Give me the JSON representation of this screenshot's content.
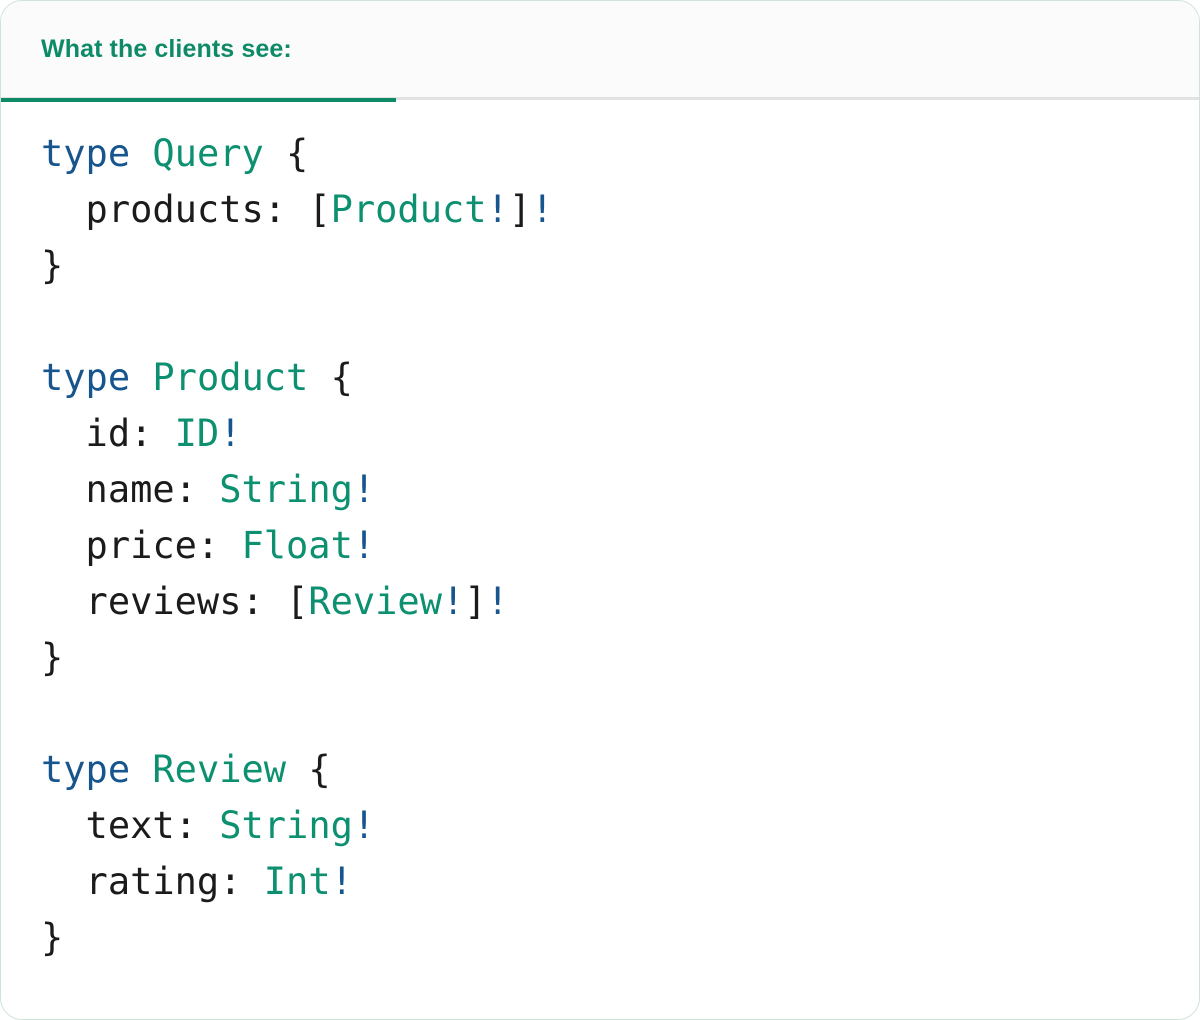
{
  "panel": {
    "name": "schema-preview-card",
    "background": "#ffffff",
    "border_color": "#cfe3da"
  },
  "header": {
    "tabs": [
      {
        "label": "What the clients see:",
        "active": true
      }
    ],
    "background": "#fbfbfb",
    "active_color": "#0e8a67",
    "divider_color": "#e2e2e2"
  },
  "colors": {
    "keyword": "#17558f",
    "typename": "#0c9070",
    "field": "#1b1b1b",
    "punctuation": "#1b1b1b",
    "non_null_bang": "#17558f",
    "heading": "#0e8a67"
  },
  "code": {
    "language": "graphql",
    "text": "type Query {\n  products: [Product!]!\n}\n\ntype Product {\n  id: ID!\n  name: String!\n  price: Float!\n  reviews: [Review!]!\n}\n\ntype Review {\n  text: String!\n  rating: Int!\n}",
    "lines": [
      {
        "tokens": [
          {
            "t": "type",
            "c": "keyword"
          },
          {
            "t": " ",
            "c": "punct"
          },
          {
            "t": "Query",
            "c": "typename"
          },
          {
            "t": " {",
            "c": "punct"
          }
        ]
      },
      {
        "tokens": [
          {
            "t": "  products: ",
            "c": "field"
          },
          {
            "t": "[",
            "c": "punct"
          },
          {
            "t": "Product",
            "c": "typename"
          },
          {
            "t": "!",
            "c": "bang"
          },
          {
            "t": "]",
            "c": "punct"
          },
          {
            "t": "!",
            "c": "bang"
          }
        ]
      },
      {
        "tokens": [
          {
            "t": "}",
            "c": "punct"
          }
        ]
      },
      {
        "tokens": []
      },
      {
        "tokens": [
          {
            "t": "type",
            "c": "keyword"
          },
          {
            "t": " ",
            "c": "punct"
          },
          {
            "t": "Product",
            "c": "typename"
          },
          {
            "t": " {",
            "c": "punct"
          }
        ]
      },
      {
        "tokens": [
          {
            "t": "  id: ",
            "c": "field"
          },
          {
            "t": "ID",
            "c": "typename"
          },
          {
            "t": "!",
            "c": "bang"
          }
        ]
      },
      {
        "tokens": [
          {
            "t": "  name: ",
            "c": "field"
          },
          {
            "t": "String",
            "c": "typename"
          },
          {
            "t": "!",
            "c": "bang"
          }
        ]
      },
      {
        "tokens": [
          {
            "t": "  price: ",
            "c": "field"
          },
          {
            "t": "Float",
            "c": "typename"
          },
          {
            "t": "!",
            "c": "bang"
          }
        ]
      },
      {
        "tokens": [
          {
            "t": "  reviews: ",
            "c": "field"
          },
          {
            "t": "[",
            "c": "punct"
          },
          {
            "t": "Review",
            "c": "typename"
          },
          {
            "t": "!",
            "c": "bang"
          },
          {
            "t": "]",
            "c": "punct"
          },
          {
            "t": "!",
            "c": "bang"
          }
        ]
      },
      {
        "tokens": [
          {
            "t": "}",
            "c": "punct"
          }
        ]
      },
      {
        "tokens": []
      },
      {
        "tokens": [
          {
            "t": "type",
            "c": "keyword"
          },
          {
            "t": " ",
            "c": "punct"
          },
          {
            "t": "Review",
            "c": "typename"
          },
          {
            "t": " {",
            "c": "punct"
          }
        ]
      },
      {
        "tokens": [
          {
            "t": "  text: ",
            "c": "field"
          },
          {
            "t": "String",
            "c": "typename"
          },
          {
            "t": "!",
            "c": "bang"
          }
        ]
      },
      {
        "tokens": [
          {
            "t": "  rating: ",
            "c": "field"
          },
          {
            "t": "Int",
            "c": "typename"
          },
          {
            "t": "!",
            "c": "bang"
          }
        ]
      },
      {
        "tokens": [
          {
            "t": "}",
            "c": "punct"
          }
        ]
      }
    ]
  }
}
